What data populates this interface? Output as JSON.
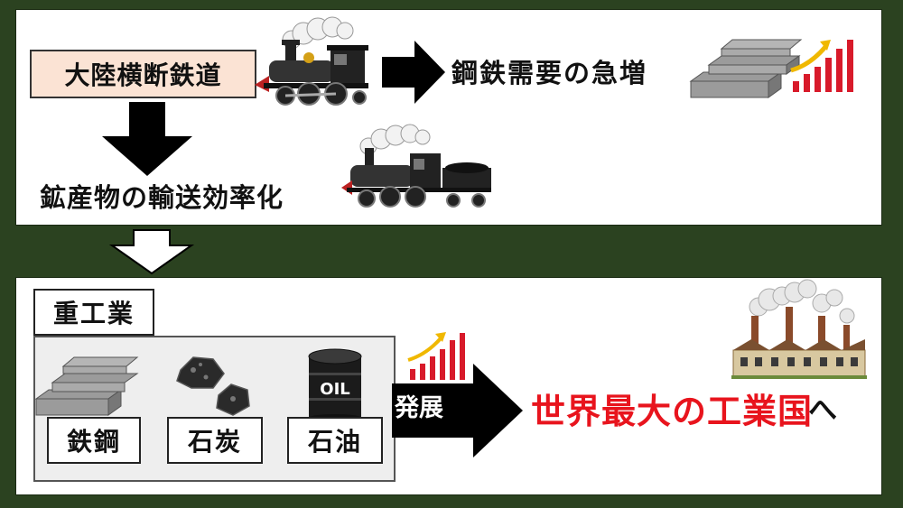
{
  "top": {
    "railway": "大陸横断鉄道",
    "steel_demand": "鋼鉄需要の急増",
    "mineral_transport": "鉱産物の輸送効率化"
  },
  "bottom": {
    "heavy_industry": "重工業",
    "items": [
      "鉄鋼",
      "石炭",
      "石油"
    ],
    "oil_drum_text": "OIL",
    "develop": "発展",
    "result": "世界最大の工業国",
    "result_suffix": "へ"
  },
  "colors": {
    "background": "#2b4220",
    "highlight_box": "#fbe3d4",
    "result_red": "#e8141d",
    "growth_bar_red": "#d81a2a",
    "growth_arrow_gold": "#f0b800"
  },
  "icons": [
    "steam-locomotive-icon",
    "steel-beams-icon",
    "growth-chart-icon",
    "coal-icon",
    "oil-drum-icon",
    "factory-icon"
  ]
}
